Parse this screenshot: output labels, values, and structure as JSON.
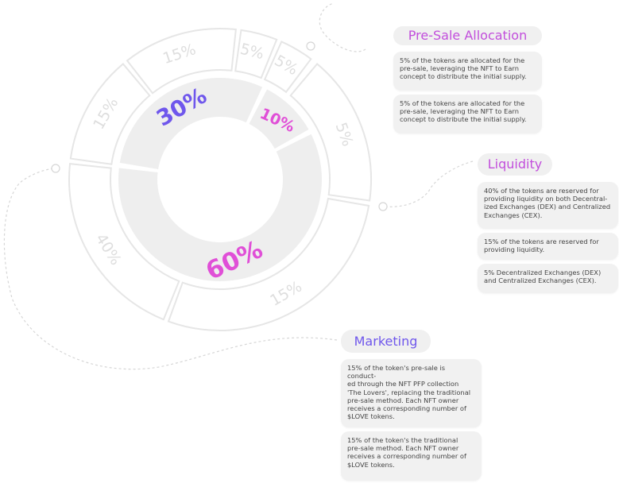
{
  "colors": {
    "violet": "#6f57ec",
    "pink": "#e04fd7",
    "magenta": "#c24edc",
    "ring": "#eeeeee",
    "outline": "#e6e6e6",
    "ghost_text": "#dedede",
    "connector": "#d6d6d6",
    "card_bg": "#f1f1f1",
    "card_text": "#444444"
  },
  "chart_data": {
    "type": "pie",
    "categories": [
      "30%",
      "10%",
      "60%"
    ],
    "values": [
      30,
      10,
      60
    ],
    "inner_labels": [
      "30%",
      "10%",
      "60%"
    ],
    "outer_labels": [
      "15%",
      "15%",
      "5%",
      "5%",
      "5%",
      "15%",
      "40%"
    ]
  },
  "sections": {
    "presale": {
      "title": "Pre-Sale Allocation",
      "cards": [
        "5% of the tokens are allocated for the\npre-sale, leveraging the NFT to Earn\nconcept to distribute the initial supply.",
        "5% of the tokens are allocated for the\npre-sale, leveraging the NFT to Earn\nconcept to distribute the initial supply."
      ]
    },
    "liquidity": {
      "title": "Liquidity",
      "cards": [
        "40% of the tokens are reserved for\nproviding liquidity on both Decentral-\nized Exchanges (DEX) and Centralized\nExchanges (CEX).",
        "15% of the tokens are reserved for\nproviding liquidity.",
        "5% Decentralized Exchanges (DEX)\nand Centralized Exchanges (CEX)."
      ]
    },
    "marketing": {
      "title": "Marketing",
      "cards": [
        "15% of the token's pre-sale is conduct-\ned through the NFT PFP collection\n'The Lovers', replacing the traditional\npre-sale method. Each NFT owner\nreceives a corresponding number of\n$LOVE tokens.",
        "15% of the token's the traditional\npre-sale method. Each NFT owner\nreceives a corresponding number of\n$LOVE tokens."
      ]
    }
  }
}
